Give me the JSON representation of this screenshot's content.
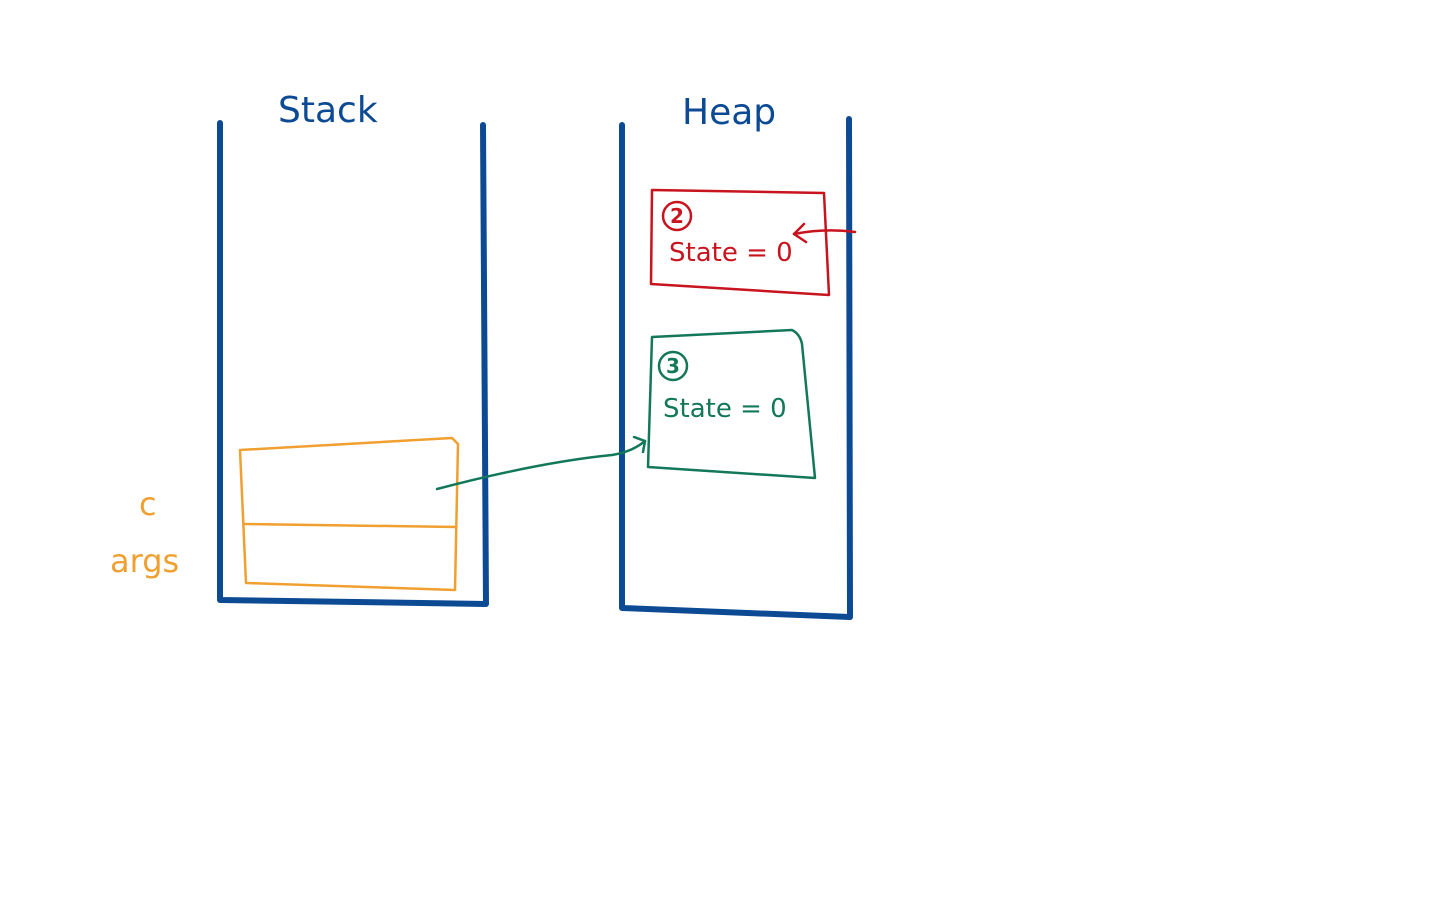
{
  "stack": {
    "title": "Stack"
  },
  "heap": {
    "title": "Heap"
  },
  "stack_frame": {
    "labels": [
      "c",
      "args"
    ]
  },
  "heap_objects": [
    {
      "number": "2",
      "text": "State = 0"
    },
    {
      "number": "3",
      "text": "State = 0"
    }
  ],
  "colors": {
    "container": "#0d4a94",
    "stack_frame": "#f0a030",
    "object_2": "#c8141e",
    "object_3": "#13785a"
  }
}
